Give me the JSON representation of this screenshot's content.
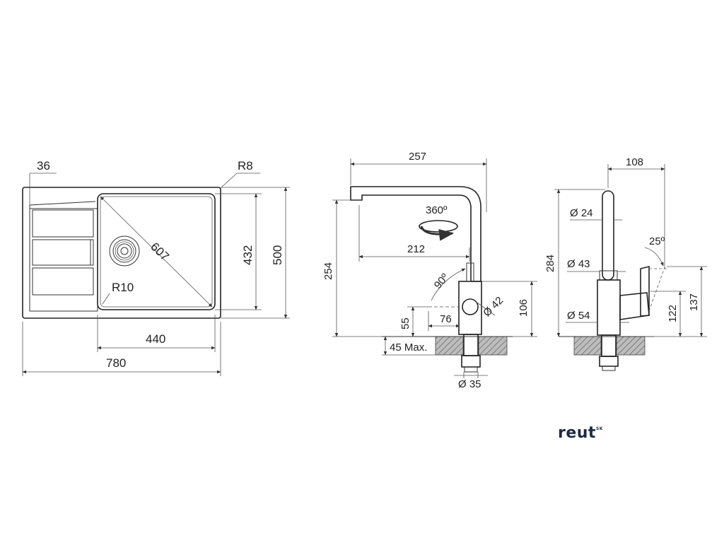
{
  "sink": {
    "flange_width": "36",
    "corner_radius_outer": "R8",
    "diagonal": "607",
    "corner_radius_bowl": "R10",
    "bowl_width": "440",
    "overall_width": "780",
    "bowl_depth": "432",
    "overall_depth": "500"
  },
  "faucet_front": {
    "width": "257",
    "rotation": "360º",
    "spout_reach": "212",
    "height": "254",
    "lever_angle": "90º",
    "body_diameter": "Ø 42",
    "body_height": "106",
    "lever_offset": "76",
    "base_height": "55",
    "max_thickness": "45 Max.",
    "hole_diameter": "Ø 35"
  },
  "faucet_side": {
    "depth": "108",
    "tube_diameter": "Ø 24",
    "height": "284",
    "lever_angle": "25º",
    "mid_diameter": "Ø 43",
    "lever_height": "137",
    "body_height": "122",
    "base_diameter": "Ø 54"
  },
  "logo": {
    "text": "reut",
    "suffix": "SK"
  },
  "colors": {
    "line": "#333333",
    "logo": "#1f2a44"
  }
}
